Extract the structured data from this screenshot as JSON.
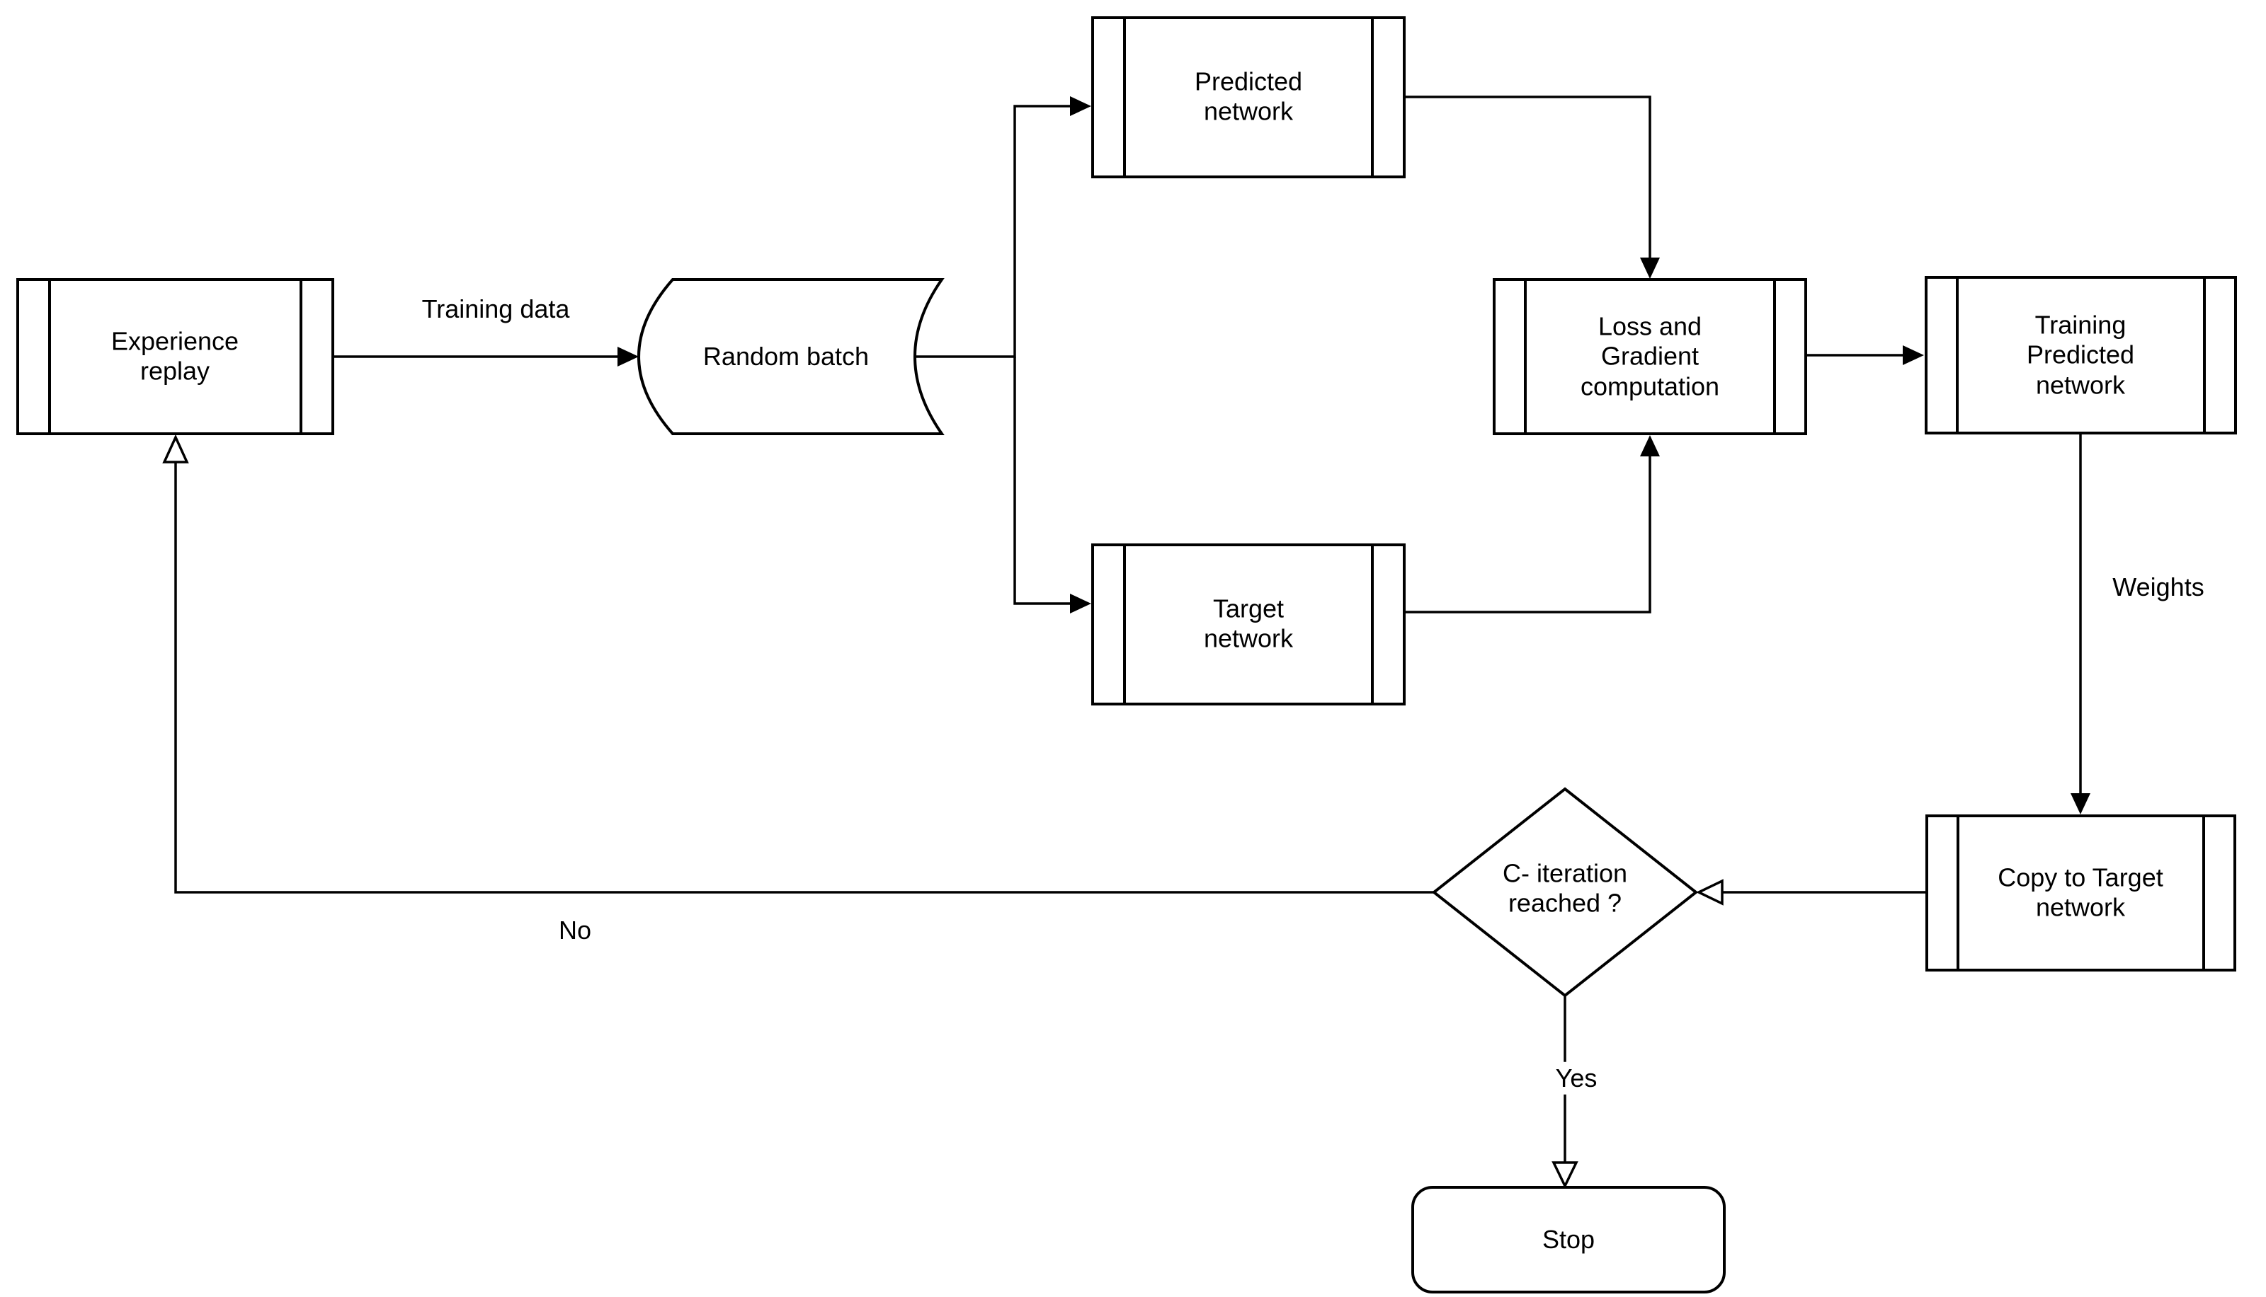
{
  "colors": {
    "stroke": "#000000",
    "shape_fill": "#ffffff",
    "text": "#000000",
    "background": "#ffffff"
  },
  "nodes": {
    "experience_replay": {
      "label": "Experience\nreplay",
      "shape": "predefined-process"
    },
    "random_batch": {
      "label": "Random batch",
      "shape": "stored-data"
    },
    "predicted_network": {
      "label": "Predicted\nnetwork",
      "shape": "predefined-process"
    },
    "target_network": {
      "label": "Target\nnetwork",
      "shape": "predefined-process"
    },
    "loss_gradient": {
      "label": "Loss and\nGradient\ncomputation",
      "shape": "predefined-process"
    },
    "training_predicted": {
      "label": "Training\nPredicted\nnetwork",
      "shape": "predefined-process"
    },
    "copy_to_target": {
      "label": "Copy to Target\nnetwork",
      "shape": "predefined-process"
    },
    "c_iteration": {
      "label": "C- iteration\nreached ?",
      "shape": "decision"
    },
    "stop": {
      "label": "Stop",
      "shape": "terminator"
    }
  },
  "edge_labels": {
    "training_data": "Training data",
    "weights": "Weights",
    "no": "No",
    "yes": "Yes"
  }
}
